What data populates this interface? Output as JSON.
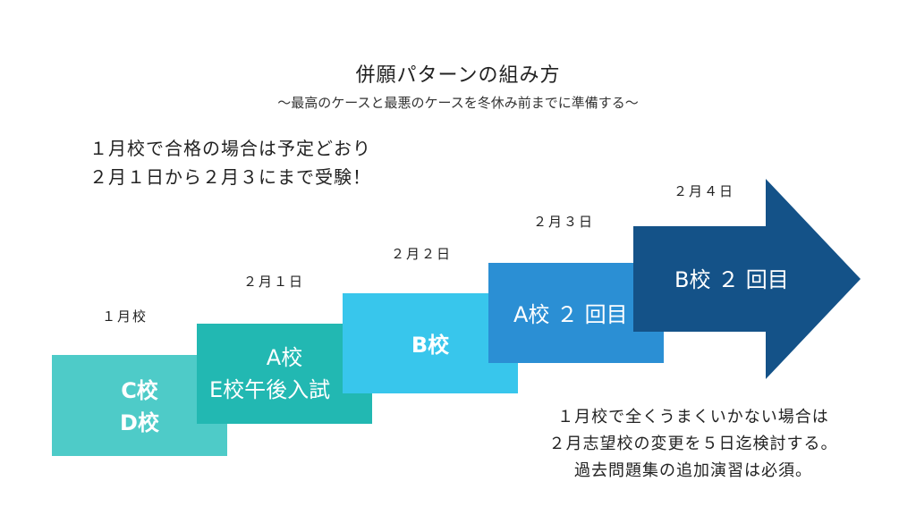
{
  "header": {
    "title": "併願パターンの組み方",
    "subtitle": "〜最高のケースと最悪のケースを冬休み前までに準備する〜"
  },
  "notes": {
    "top": [
      "１月校で合格の場合は予定どおり",
      "２月１日から２月３にまで受験！"
    ],
    "bottom": [
      "１月校で全くうまくいかない場合は",
      "２月志望校の変更を５日迄検討する。",
      "過去問題集の追加演習は必須。"
    ]
  },
  "steps": [
    {
      "date": "１月校",
      "lines": [
        "C校",
        "D校"
      ],
      "color": "#4ecbc8"
    },
    {
      "date": "２月１日",
      "lines": [
        "A校",
        "E校午後入試"
      ],
      "color": "#22b8b2"
    },
    {
      "date": "２月２日",
      "lines": [
        "B校"
      ],
      "color": "#38c6ec"
    },
    {
      "date": "２月３日",
      "lines": [
        "A校 ２ 回目"
      ],
      "color": "#2b8fd4"
    },
    {
      "date": "２月４日",
      "lines": [
        "B校 ２ 回目"
      ],
      "color": "#145288"
    }
  ]
}
